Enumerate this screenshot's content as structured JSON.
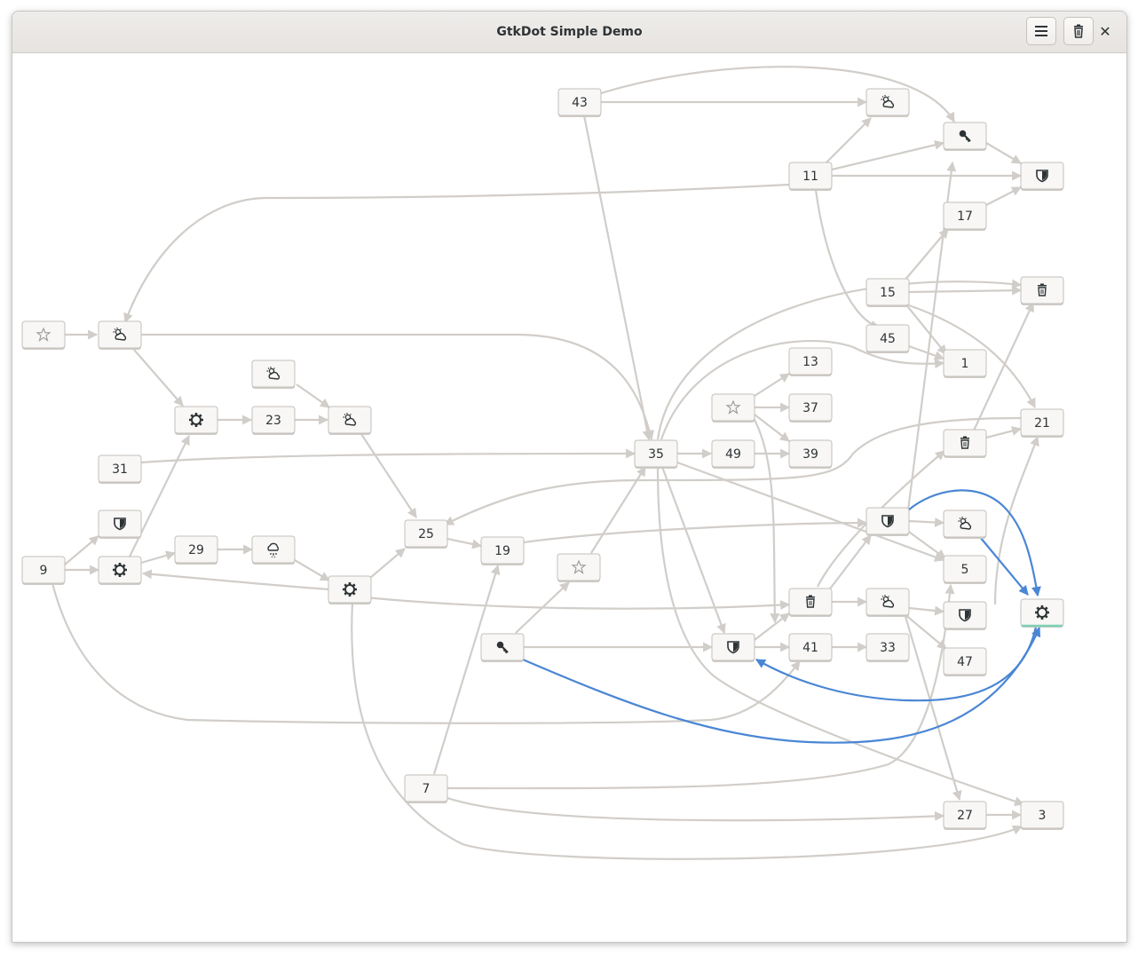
{
  "window": {
    "title": "GtkDot Simple Demo"
  },
  "header": {
    "menu_icon": "hamburger-menu-icon",
    "trash_icon": "trash-icon",
    "close_icon": "close-icon",
    "close_glyph": "✕"
  },
  "colors": {
    "edge": "#d1cdc9",
    "highlight_edge": "#4a86d4",
    "selected_border": "#7ed0b4"
  },
  "graph": {
    "nodes": [
      {
        "id": "n43",
        "label": "43"
      },
      {
        "id": "w1",
        "icon": "weather-icon"
      },
      {
        "id": "k1",
        "icon": "key-icon"
      },
      {
        "id": "n11",
        "label": "11"
      },
      {
        "id": "s1",
        "icon": "shield-icon"
      },
      {
        "id": "n17",
        "label": "17"
      },
      {
        "id": "n15",
        "label": "15"
      },
      {
        "id": "t1",
        "icon": "trash-icon"
      },
      {
        "id": "n45",
        "label": "45"
      },
      {
        "id": "n1",
        "label": "1"
      },
      {
        "id": "star1",
        "icon": "star-icon"
      },
      {
        "id": "w2",
        "icon": "weather-icon"
      },
      {
        "id": "w3",
        "icon": "weather-icon"
      },
      {
        "id": "g1",
        "icon": "gear-icon"
      },
      {
        "id": "n23",
        "label": "23"
      },
      {
        "id": "w4",
        "icon": "weather-icon"
      },
      {
        "id": "n13",
        "label": "13"
      },
      {
        "id": "star2",
        "icon": "star-icon"
      },
      {
        "id": "n37",
        "label": "37"
      },
      {
        "id": "n21",
        "label": "21"
      },
      {
        "id": "t2",
        "icon": "trash-icon"
      },
      {
        "id": "n31",
        "label": "31"
      },
      {
        "id": "n35",
        "label": "35"
      },
      {
        "id": "n49",
        "label": "49"
      },
      {
        "id": "n39",
        "label": "39"
      },
      {
        "id": "s2",
        "icon": "shield-icon"
      },
      {
        "id": "s3",
        "icon": "shield-icon"
      },
      {
        "id": "w5",
        "icon": "weather-icon"
      },
      {
        "id": "n25",
        "label": "25"
      },
      {
        "id": "n9",
        "label": "9"
      },
      {
        "id": "g2",
        "icon": "gear-icon"
      },
      {
        "id": "n29",
        "label": "29"
      },
      {
        "id": "rain1",
        "icon": "rain-icon"
      },
      {
        "id": "n19",
        "label": "19"
      },
      {
        "id": "star3",
        "icon": "star-icon"
      },
      {
        "id": "n5",
        "label": "5"
      },
      {
        "id": "g3",
        "icon": "gear-icon"
      },
      {
        "id": "t3",
        "icon": "trash-icon"
      },
      {
        "id": "w6",
        "icon": "weather-icon"
      },
      {
        "id": "s4",
        "icon": "shield-icon"
      },
      {
        "id": "g4",
        "icon": "gear-icon",
        "selected": true
      },
      {
        "id": "k2",
        "icon": "key-icon"
      },
      {
        "id": "s5",
        "icon": "shield-icon"
      },
      {
        "id": "n41",
        "label": "41"
      },
      {
        "id": "n33",
        "label": "33"
      },
      {
        "id": "n47",
        "label": "47"
      },
      {
        "id": "n7",
        "label": "7"
      },
      {
        "id": "n27",
        "label": "27"
      },
      {
        "id": "n3",
        "label": "3"
      }
    ]
  }
}
